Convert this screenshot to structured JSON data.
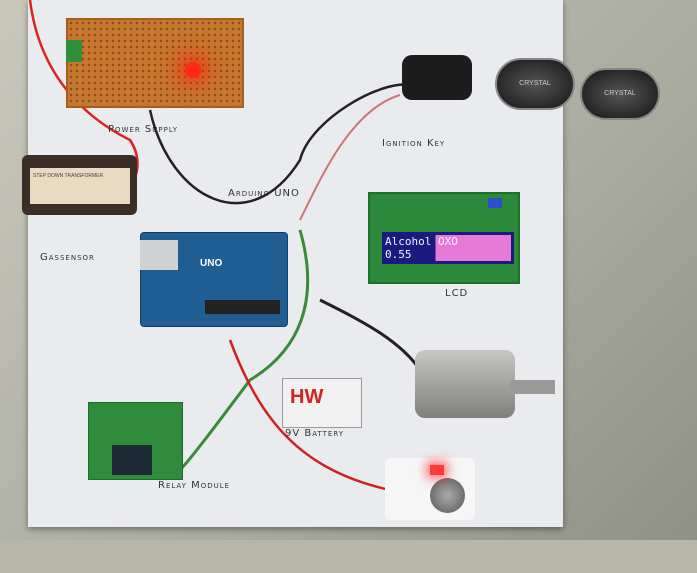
{
  "labels": {
    "power_supply": "Power Supply",
    "arduino": "Arduino UNO",
    "ignition": "Ignition Key",
    "lcd": "LCD",
    "gassensor": "Gassensor",
    "battery": "9V Battery",
    "relay": "Relay Module"
  },
  "lcd_display": {
    "line1": "Alcohol OXO",
    "line2": "0.55"
  },
  "arduino_board": {
    "brand": "UNO"
  },
  "keys": [
    {
      "brand": "CRYSTAL"
    },
    {
      "brand": "CRYSTAL"
    }
  ],
  "battery_brand": "HW",
  "transformer_text": "STEP DOWN TRANSFORMER",
  "colors": {
    "board": "#e9ebee",
    "pcb": "#c7772f",
    "led": "#ff2a1a",
    "arduino": "#1f5d92",
    "lcd_bg": "#1a1a80",
    "lcd_pink": "#e57ad8"
  }
}
